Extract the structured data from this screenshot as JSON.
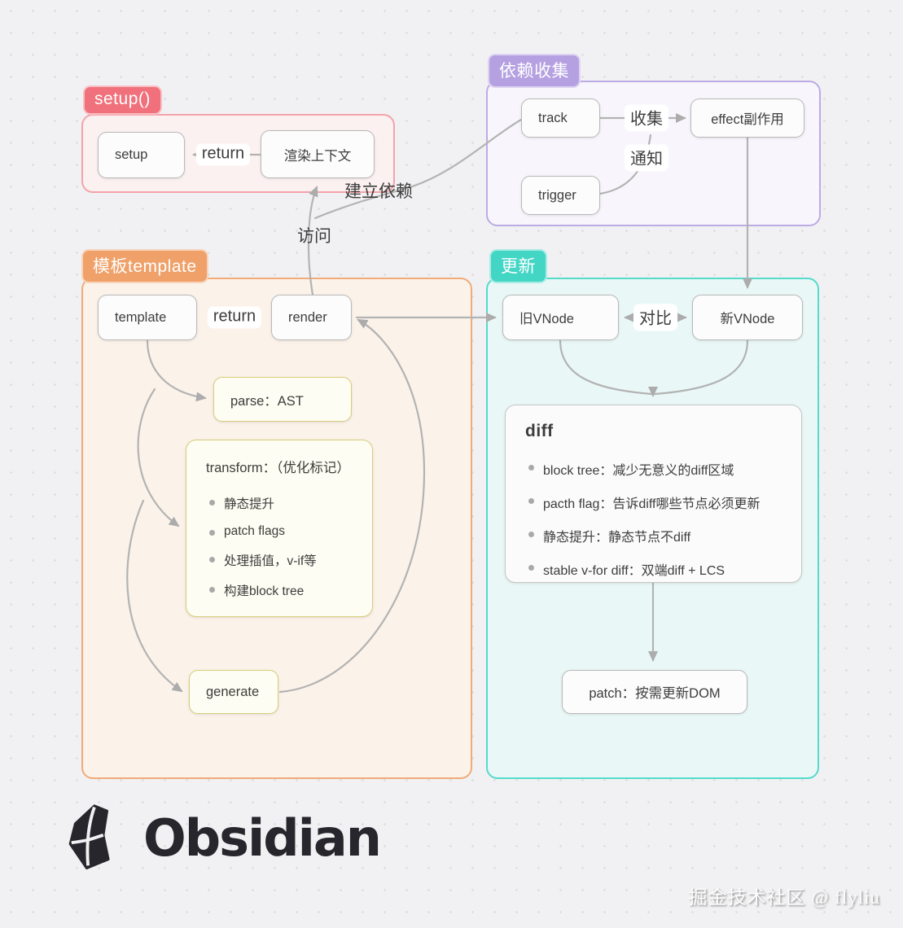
{
  "groups": {
    "setup": {
      "label": "setup()",
      "accent": "#f0707b",
      "border": "#f3a3a9",
      "fill": "#fcf1f1"
    },
    "deps": {
      "label": "依赖收集",
      "accent": "#b5a1e1",
      "border": "#bcabe4",
      "fill": "#f8f6fc"
    },
    "template": {
      "label": "模板template",
      "accent": "#efa169",
      "border": "#f0ab79",
      "fill": "#fbf2ea"
    },
    "update": {
      "label": "更新",
      "accent": "#43d6c5",
      "border": "#55dacb",
      "fill": "#e9f8f6"
    }
  },
  "nodes": {
    "setup": "setup",
    "render_ctx": "渲染上下文",
    "track": "track",
    "trigger": "trigger",
    "effect": "effect副作用",
    "template": "template",
    "render": "render",
    "parse": "parse：AST",
    "old_vnode": "旧VNode",
    "new_vnode": "新VNode",
    "generate": "generate",
    "patch": "patch：按需更新DOM"
  },
  "edge_labels": {
    "return_setup": "return",
    "return_template": "return",
    "collect": "收集",
    "notify": "通知",
    "compare": "对比",
    "visit": "访问",
    "establish": "建立依赖"
  },
  "transform_box": {
    "title": "transform：（优化标记）",
    "items": [
      "静态提升",
      "patch flags",
      "处理插值，v-if等",
      "构建block tree"
    ]
  },
  "diff_box": {
    "title": "diff",
    "items": [
      "block tree：减少无意义的diff区域",
      "pacth flag：告诉diff哪些节点必须更新",
      "静态提升：静态节点不diff",
      "stable v-for diff：双端diff + LCS"
    ]
  },
  "footer": {
    "logo_text": "Obsidian",
    "watermark": "掘金技术社区 @ flyliu"
  },
  "wire_color": "#b3b3b3"
}
